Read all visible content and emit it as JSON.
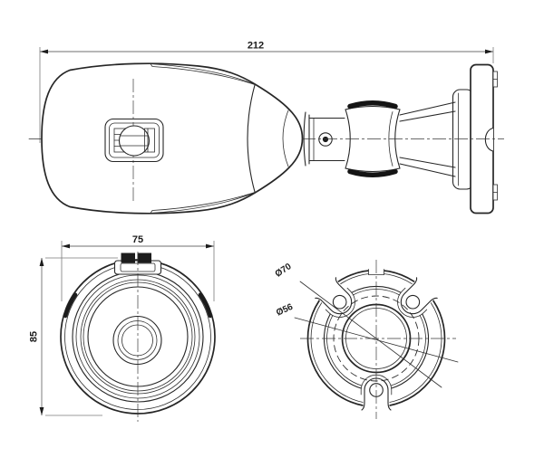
{
  "drawing": {
    "type": "technical-dimension-drawing",
    "subject": "bullet-camera",
    "colors": {
      "background": "#ffffff",
      "line": "#262626",
      "dimension_line": "#6f6f6f",
      "text": "#1c1c1c"
    },
    "views": {
      "side": {
        "dim_length": "212"
      },
      "front": {
        "dim_width": "75",
        "dim_height": "85"
      },
      "rear": {
        "dim_bolt_circle": "Ø70",
        "dim_center_hole": "Ø56"
      }
    }
  }
}
